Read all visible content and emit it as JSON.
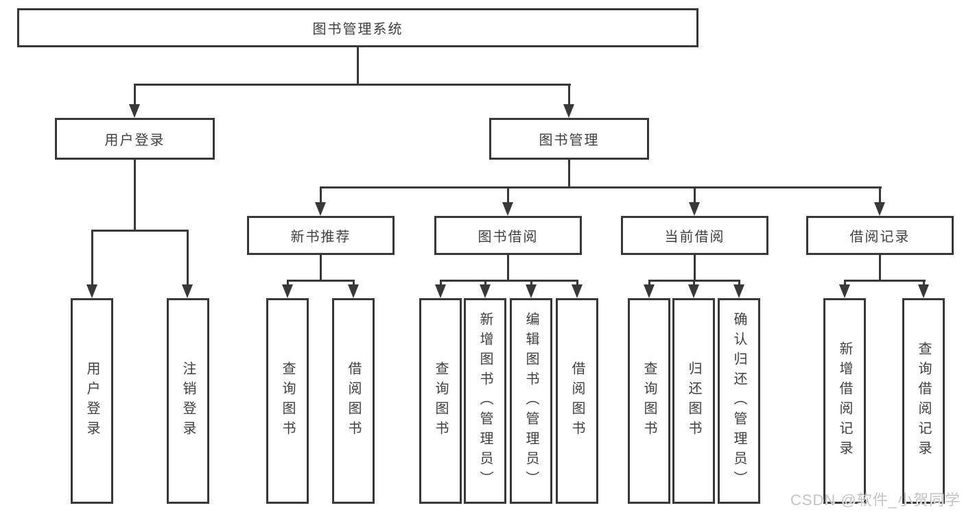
{
  "diagram": {
    "root": {
      "label": "图书管理系统"
    },
    "level2": [
      {
        "label": "用户登录"
      },
      {
        "label": "图书管理"
      }
    ],
    "level3": [
      {
        "label": "新书推荐"
      },
      {
        "label": "图书借阅"
      },
      {
        "label": "当前借阅"
      },
      {
        "label": "借阅记录"
      }
    ],
    "leaves": [
      {
        "label": "用户登录"
      },
      {
        "label": "注销登录"
      },
      {
        "label": "查询图书"
      },
      {
        "label": "借阅图书"
      },
      {
        "label": "查询图书"
      },
      {
        "label": "新增图书（管理员）"
      },
      {
        "label": "编辑图书（管理员）"
      },
      {
        "label": "借阅图书"
      },
      {
        "label": "查询图书"
      },
      {
        "label": "归还图书"
      },
      {
        "label": "确认归还（管理员）"
      },
      {
        "label": "新增借阅记录"
      },
      {
        "label": "查询借阅记录"
      }
    ]
  },
  "watermark": {
    "text": "CSDN @软件_小贺同学"
  },
  "colors": {
    "line": "#383838",
    "text": "#3f3f3f",
    "background": "#ffffff",
    "watermark": "#c3c3c3"
  }
}
